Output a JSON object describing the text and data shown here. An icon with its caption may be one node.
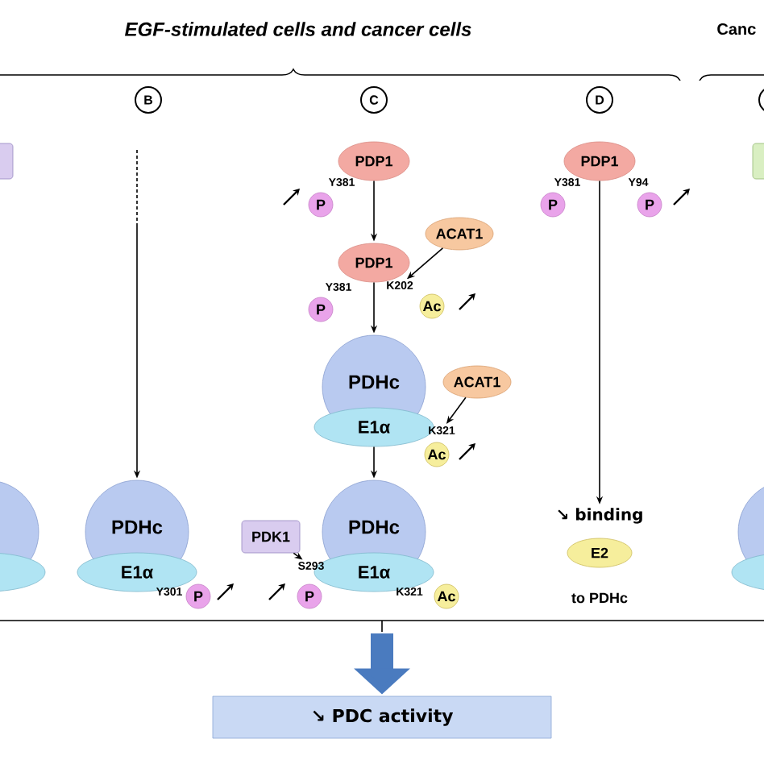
{
  "diagram": {
    "title": "EGF-stimulated cells and cancer cells",
    "nodes": [
      {
        "text": [
          "B"
        ]
      },
      {
        "text": [
          "C"
        ]
      },
      {
        "text": [
          "D"
        ]
      },
      {
        "text": [
          "PDP1"
        ]
      },
      {
        "text": [
          "P"
        ]
      },
      {
        "text": [
          "PDP1"
        ]
      },
      {
        "text": [
          "ACAT1"
        ]
      },
      {
        "text": [
          "K202"
        ]
      },
      {
        "text": [
          "P"
        ]
      },
      {
        "text": [
          "Ac"
        ]
      },
      {
        "text": [
          "PDHc"
        ]
      },
      {
        "text": [
          "E1α"
        ]
      },
      {
        "text": [
          "ACAT1"
        ]
      },
      {
        "text": [
          "K321"
        ]
      },
      {
        "text": [
          "Ac"
        ]
      },
      {
        "text": [
          "PDHc"
        ]
      },
      {
        "text": [
          "E1α"
        ]
      },
      {
        "text": [
          "P"
        ]
      },
      {
        "text": [
          "PDK1"
        ]
      },
      {
        "text": [
          "S293"
        ]
      },
      {
        "text": [
          "P"
        ]
      },
      {
        "text": [
          "PDHc"
        ]
      },
      {
        "text": [
          "E1α"
        ]
      },
      {
        "text": [
          "Ac"
        ]
      },
      {
        "text": [
          "PDP1"
        ]
      },
      {
        "text": [
          "P"
        ]
      },
      {
        "text": [
          "P"
        ]
      },
      {
        "text": [
          "↘ binding"
        ]
      },
      {
        "text": [
          "E2"
        ]
      },
      {
        "text": [
          "↘ PDC activity"
        ]
      },
      {
        "text": [],
        "shape": "box"
      },
      {
        "text": [],
        "shape": "circle"
      },
      {
        "text": [],
        "shape": "box"
      },
      {
        "text": [],
        "shape": "circle"
      },
      {
        "text": [],
        "shape": "circle"
      }
    ],
    "edges": [
      {
        "from": null,
        "to": 15,
        "arrow": "to"
      },
      {
        "from": 3,
        "to": 5,
        "arrow": "to"
      },
      {
        "from": 6,
        "to": 7,
        "arrow": "to"
      },
      {
        "from": 5,
        "to": 10,
        "arrow": "to"
      },
      {
        "from": 12,
        "to": 13,
        "arrow": "to"
      },
      {
        "from": 11,
        "to": 21,
        "arrow": "to"
      },
      {
        "from": 18,
        "to": 19,
        "arrow": "to"
      },
      {
        "from": 24,
        "to": 27,
        "arrow": "to"
      },
      {
        "from": null,
        "to": 29,
        "arrow": "to",
        "style": "thick",
        "color": "#4a7bbf"
      }
    ],
    "labels": [
      "Canc",
      "Y381",
      "Y381",
      "Y381",
      "Y94",
      "Y301",
      "K321",
      "to PDHc"
    ]
  }
}
